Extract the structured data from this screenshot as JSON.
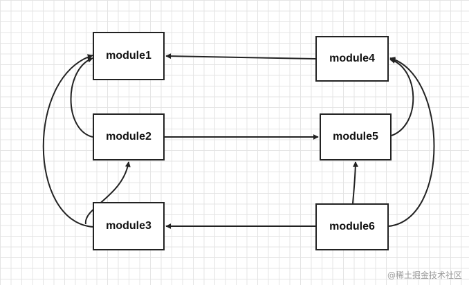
{
  "modules": [
    {
      "id": "m1",
      "label": "module1"
    },
    {
      "id": "m2",
      "label": "module2"
    },
    {
      "id": "m3",
      "label": "module3"
    },
    {
      "id": "m4",
      "label": "module4"
    },
    {
      "id": "m5",
      "label": "module5"
    },
    {
      "id": "m6",
      "label": "module6"
    }
  ],
  "edges": [
    {
      "from": "module4",
      "to": "module1"
    },
    {
      "from": "module2",
      "to": "module1"
    },
    {
      "from": "module3",
      "to": "module1"
    },
    {
      "from": "module2",
      "to": "module5"
    },
    {
      "from": "module3",
      "to": "module2"
    },
    {
      "from": "module6",
      "to": "module3"
    },
    {
      "from": "module6",
      "to": "module5"
    },
    {
      "from": "module5",
      "to": "module4"
    },
    {
      "from": "module6",
      "to": "module4"
    }
  ],
  "colors": {
    "stroke": "#222222",
    "grid": "#e4e4e4",
    "background": "#ffffff",
    "watermark": "#9a9a9a"
  },
  "watermark": "@稀土掘金技术社区"
}
